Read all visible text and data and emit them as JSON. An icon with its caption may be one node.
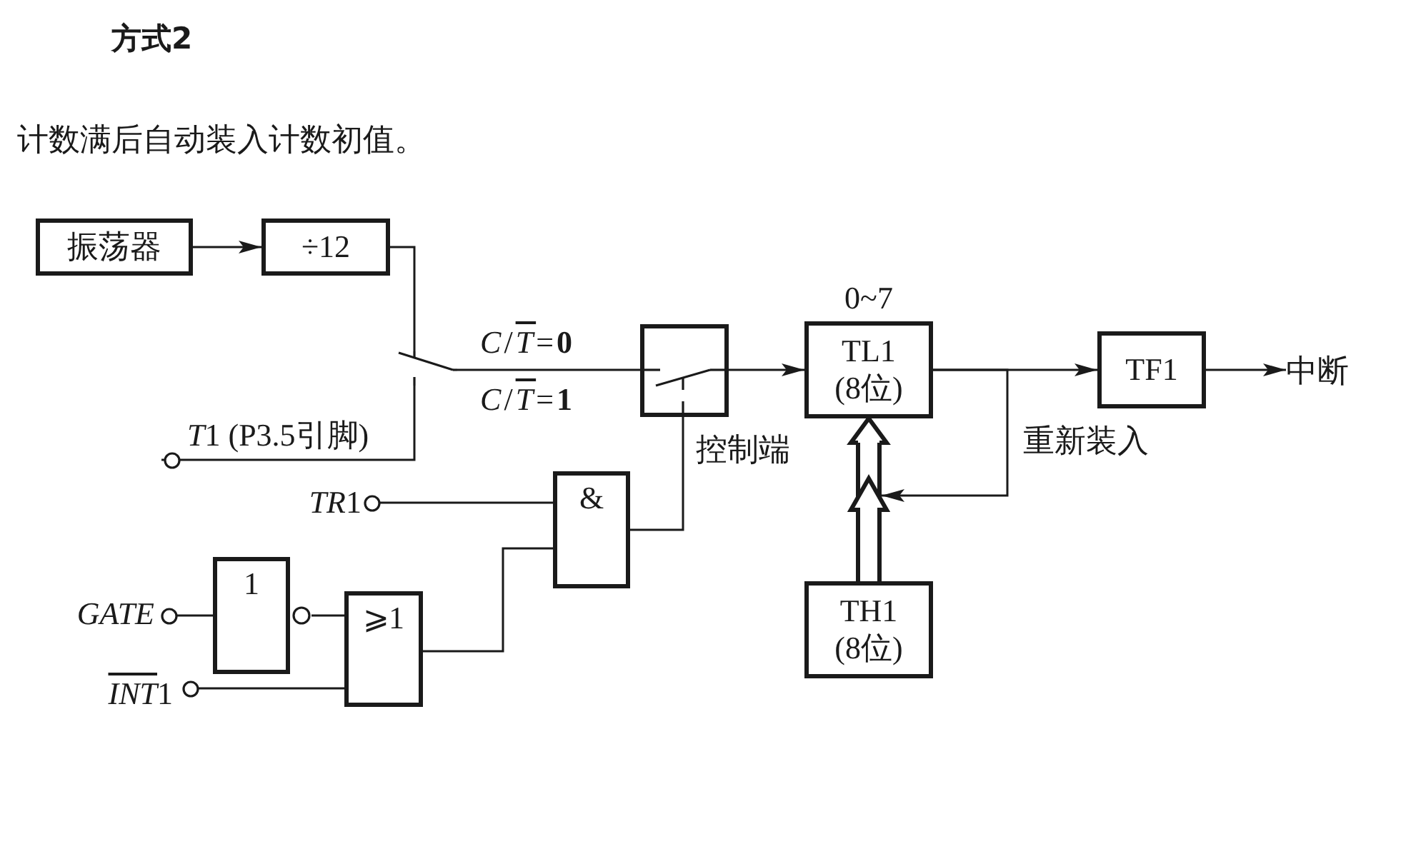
{
  "diagram": {
    "title": "方式2",
    "nodes": [
      {
        "text": [
          "振荡器"
        ]
      },
      {
        "text": [
          "÷12"
        ]
      },
      {
        "text": [],
        "shape": "switch"
      },
      {
        "text": [
          "T1 (P3.5引脚)"
        ]
      },
      {
        "text": [],
        "shape": "box",
        "beside": [
          "控制端"
        ]
      },
      {
        "text": [
          "TL1 (8位)"
        ],
        "beside": [
          "0~7"
        ]
      },
      {
        "text": [
          "TF1"
        ]
      },
      {
        "text": [
          "中断"
        ]
      },
      {
        "text": [
          "TR1"
        ]
      },
      {
        "text": [
          "&"
        ]
      },
      {
        "text": [
          "1"
        ]
      },
      {
        "text": [
          "GATE"
        ]
      },
      {
        "text": [
          "⩾1"
        ]
      },
      {
        "text": [
          "INT1"
        ]
      },
      {
        "text": [
          "TH1 (8位)"
        ]
      }
    ],
    "edges": [
      {
        "from": 0,
        "to": 1,
        "arrow": "to"
      },
      {
        "from": 1,
        "to": 2,
        "arrow": "none"
      },
      {
        "from": 3,
        "to": 2,
        "arrow": "none"
      },
      {
        "from": 2,
        "to": 4,
        "arrow": "none"
      },
      {
        "from": 4,
        "to": 5,
        "arrow": "to"
      },
      {
        "from": 5,
        "to": 6,
        "arrow": "to"
      },
      {
        "from": 6,
        "to": 7,
        "arrow": "to"
      },
      {
        "from": 5,
        "to": null,
        "arrow": "to",
        "label": "重新装入"
      },
      {
        "from": 14,
        "to": 5,
        "arrow": "to",
        "style": "thick"
      },
      {
        "from": 8,
        "to": 9,
        "arrow": "none"
      },
      {
        "from": 11,
        "to": 10,
        "arrow": "none"
      },
      {
        "from": 10,
        "to": 12,
        "arrow": "none"
      },
      {
        "from": 13,
        "to": 12,
        "arrow": "none"
      },
      {
        "from": 12,
        "to": 9,
        "arrow": "none"
      },
      {
        "from": 9,
        "to": 4,
        "arrow": "none"
      }
    ],
    "labels": [
      "计数满后自动装入计数初值。",
      "*C*/*T*=**0**",
      "*C*/*T*=**1**"
    ]
  }
}
